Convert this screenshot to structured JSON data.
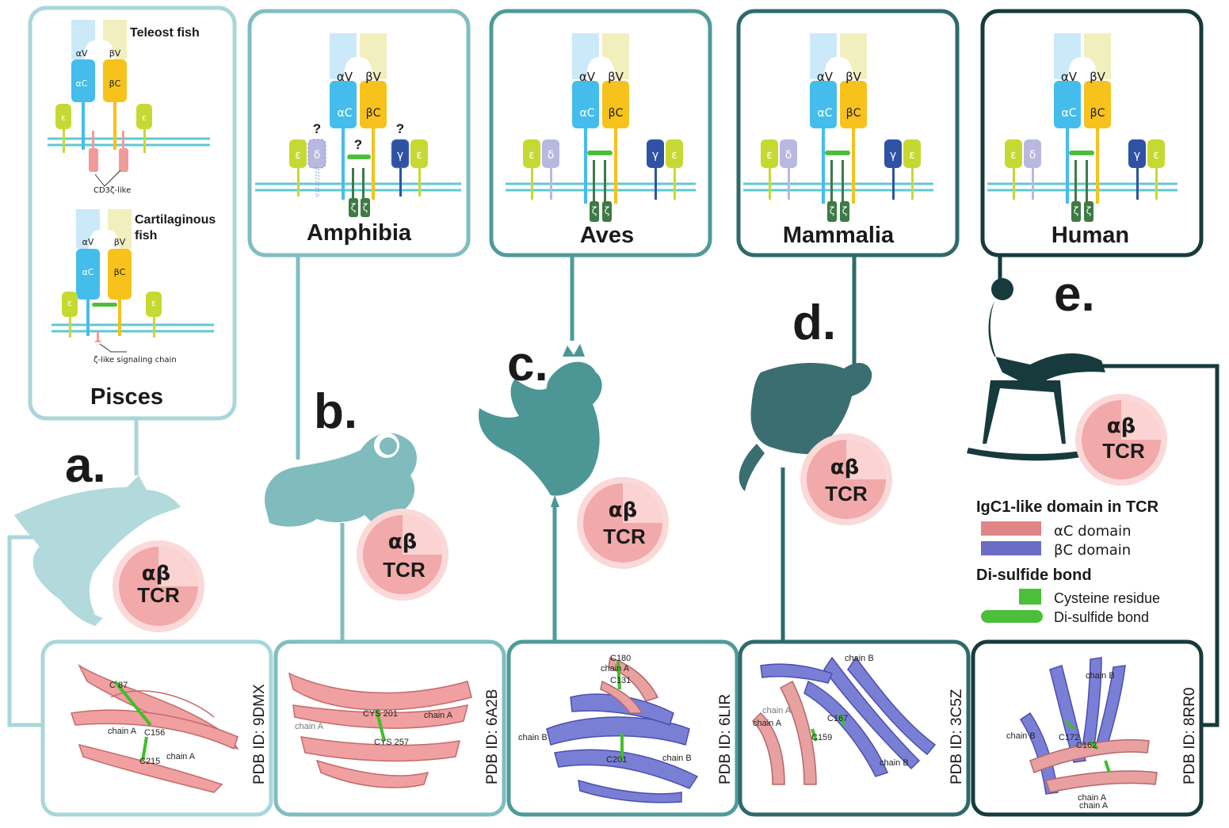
{
  "panels": {
    "pisces": {
      "label": "Pisces",
      "letter": "a.",
      "teleost": "Teleost fish",
      "cartilaginous_line1": "Cartilaginous",
      "cartilaginous_line2": "fish",
      "cd3z_like": "CD3ζ-like",
      "zeta_like": "ζ-like signaling chain",
      "pdb": "PDB ID: 9DMX",
      "residues": [
        "C 87",
        "chain A",
        "C156",
        "C215",
        "chain A"
      ]
    },
    "amphibia": {
      "label": "Amphibia",
      "letter": "b.",
      "question": "?",
      "pdb": "PDB ID: 6A2B",
      "residues": [
        "chain A",
        "CYS 201",
        "chain A",
        "CYS 257"
      ]
    },
    "aves": {
      "label": "Aves",
      "letter": "c.",
      "pdb": "PDB ID: 6LIR",
      "residues": [
        "C180",
        "chain A",
        "C131",
        "C201",
        "chain B",
        "chain B"
      ]
    },
    "mammalia": {
      "label": "Mammalia",
      "letter": "d.",
      "pdb": "PDB ID: 3C5Z",
      "residues": [
        "chain B",
        "chain A",
        "chain A",
        "C167",
        "C159",
        "chain B"
      ]
    },
    "human": {
      "label": "Human",
      "letter": "e.",
      "pdb": "PDB ID: 8RR0",
      "residues": [
        "chain B",
        "chain B",
        "C172",
        "C162",
        "chain A",
        "chain A"
      ]
    }
  },
  "chains": {
    "av": "αV",
    "bv": "βV",
    "ac": "αC",
    "bc": "βC",
    "eps": "ε",
    "delta": "δ",
    "gamma": "γ",
    "zeta": "ζ"
  },
  "tcr": {
    "line1": "αβ",
    "line2": "TCR"
  },
  "legend": {
    "title1": "IgC1-like domain in TCR",
    "ac_domain": "αC domain",
    "bc_domain": "βC domain",
    "title2": "Di-sulfide bond",
    "cys": "Cysteine residue",
    "disulfide": "Di-sulfide bond"
  },
  "colors": {
    "pisces": "#a9d6d9",
    "amphibia": "#80bdc0",
    "aves": "#4f9a9b",
    "mammalia": "#2f6a6b",
    "human": "#173b3c",
    "silhouette_fish": "#b2d9dc",
    "silhouette_frog": "#80bcbd",
    "silhouette_bird": "#4c9696",
    "silhouette_rat": "#3b6e70",
    "silhouette_human": "#173b3c",
    "ac_domain": "#e08585",
    "bc_domain": "#6a6cc6",
    "cys": "#4bbf3a",
    "membrane": "#5fc9d1",
    "alpha": "#45bdec",
    "beta": "#f6c21b",
    "alphaV": "#cbe9f8",
    "betaV": "#f1efbd",
    "epsilon": "#c6d932",
    "delta": "#b8b9e0",
    "gamma": "#2f52a4",
    "zeta": "#3f7a45"
  }
}
